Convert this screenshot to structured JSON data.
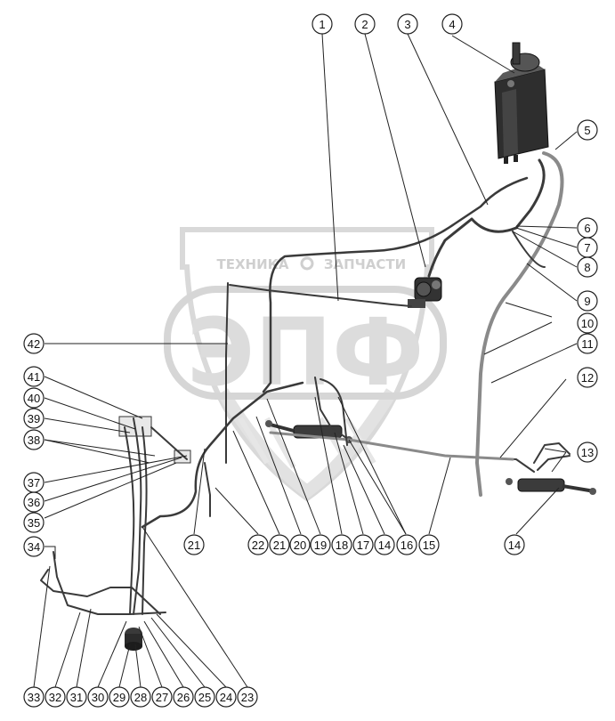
{
  "watermark": {
    "subtitle_left": "ТЕХНИКА",
    "subtitle_right": "ЗАПЧАСТИ",
    "logo_letters": "ЭПФ",
    "colors": {
      "watermark": "#d8d8d8",
      "watermark_dark": "#cfcfcf"
    }
  },
  "callouts": [
    "1",
    "2",
    "3",
    "4",
    "5",
    "6",
    "7",
    "8",
    "9",
    "10",
    "11",
    "12",
    "13",
    "14",
    "14",
    "15",
    "16",
    "17",
    "18",
    "19",
    "20",
    "21",
    "21",
    "22",
    "23",
    "24",
    "25",
    "26",
    "27",
    "28",
    "29",
    "30",
    "31",
    "32",
    "33",
    "34",
    "35",
    "36",
    "37",
    "38",
    "39",
    "40",
    "41",
    "42"
  ]
}
